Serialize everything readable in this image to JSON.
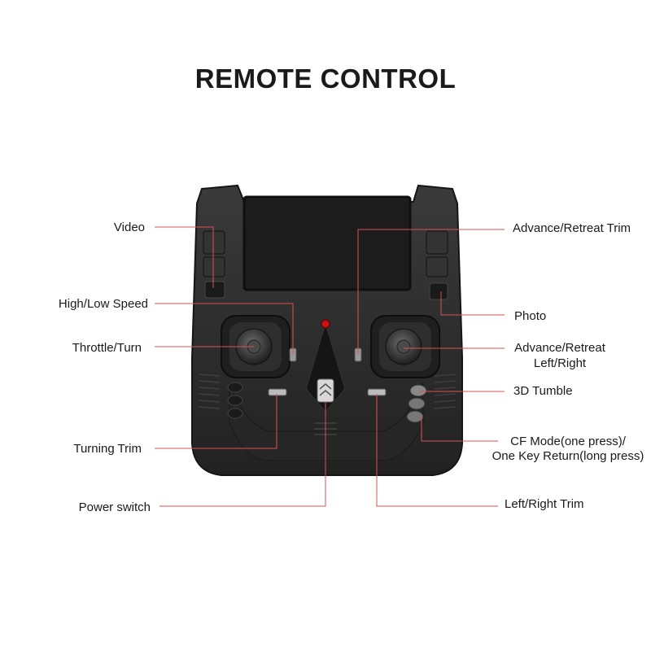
{
  "title": "REMOTE CONTROL",
  "colors": {
    "leader": "#d9534f",
    "body": "#2b2b2b",
    "body_edge": "#151515",
    "screen": "#1a1a1a",
    "led": "#cc1111"
  },
  "labels": {
    "video": "Video",
    "high_low_speed": "High/Low Speed",
    "throttle_turn": "Throttle/Turn",
    "turning_trim": "Turning Trim",
    "power_switch": "Power switch",
    "advance_retreat_trim": "Advance/Retreat Trim",
    "photo": "Photo",
    "advance_retreat": "Advance/Retreat",
    "left_right": "Left/Right",
    "tumble_3d": "3D Tumble",
    "cf_mode": "CF Mode(one press)/",
    "one_key_return": "One Key Return(long press)",
    "left_right_trim": "Left/Right Trim"
  }
}
